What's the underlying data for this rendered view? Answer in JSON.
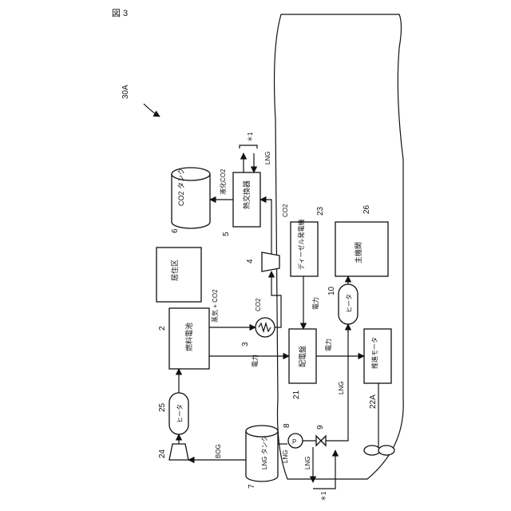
{
  "figure_label": "図 3",
  "system_ref": "30A",
  "components": {
    "fuel_cell": {
      "ref": "2",
      "label": "燃料電池"
    },
    "exchanger_w": {
      "ref": "3"
    },
    "compressor": {
      "ref": "4"
    },
    "heat_exch": {
      "ref": "5",
      "label": "熱交換器"
    },
    "co2_tank": {
      "ref": "6",
      "label": "CO2 タンク"
    },
    "lng_tank": {
      "ref": "7",
      "label": "LNG タンク"
    },
    "pump": {
      "ref": "8",
      "symbol": "P"
    },
    "valve": {
      "ref": "9"
    },
    "heater_10": {
      "ref": "10",
      "label": "ヒータ"
    },
    "switchboard": {
      "ref": "21",
      "label": "配電盤"
    },
    "motor": {
      "ref": "22A",
      "label": "推進モータ"
    },
    "diesel_gen": {
      "ref": "23",
      "label": "ディーゼル発電機"
    },
    "compressor24": {
      "ref": "24"
    },
    "heater_25": {
      "ref": "25",
      "label": "ヒータ"
    },
    "main_engine": {
      "ref": "26",
      "label": "主機関"
    },
    "living": {
      "label": "居住区"
    }
  },
  "flows": {
    "liquefied_co2": "液化CO2",
    "co2_top": "CO2",
    "co2_mid": "CO2",
    "steam_co2": "蒸気 + CO2",
    "power_fc": "電力",
    "power_diesel": "電力",
    "power_motor": "電力",
    "lng_hx": "LNG",
    "lng_main": "LNG",
    "lng_pump": "LNG",
    "lng_down": "LNG",
    "bog": "BOG",
    "star1_top": "＊1",
    "star1_bottom": "＊1"
  }
}
